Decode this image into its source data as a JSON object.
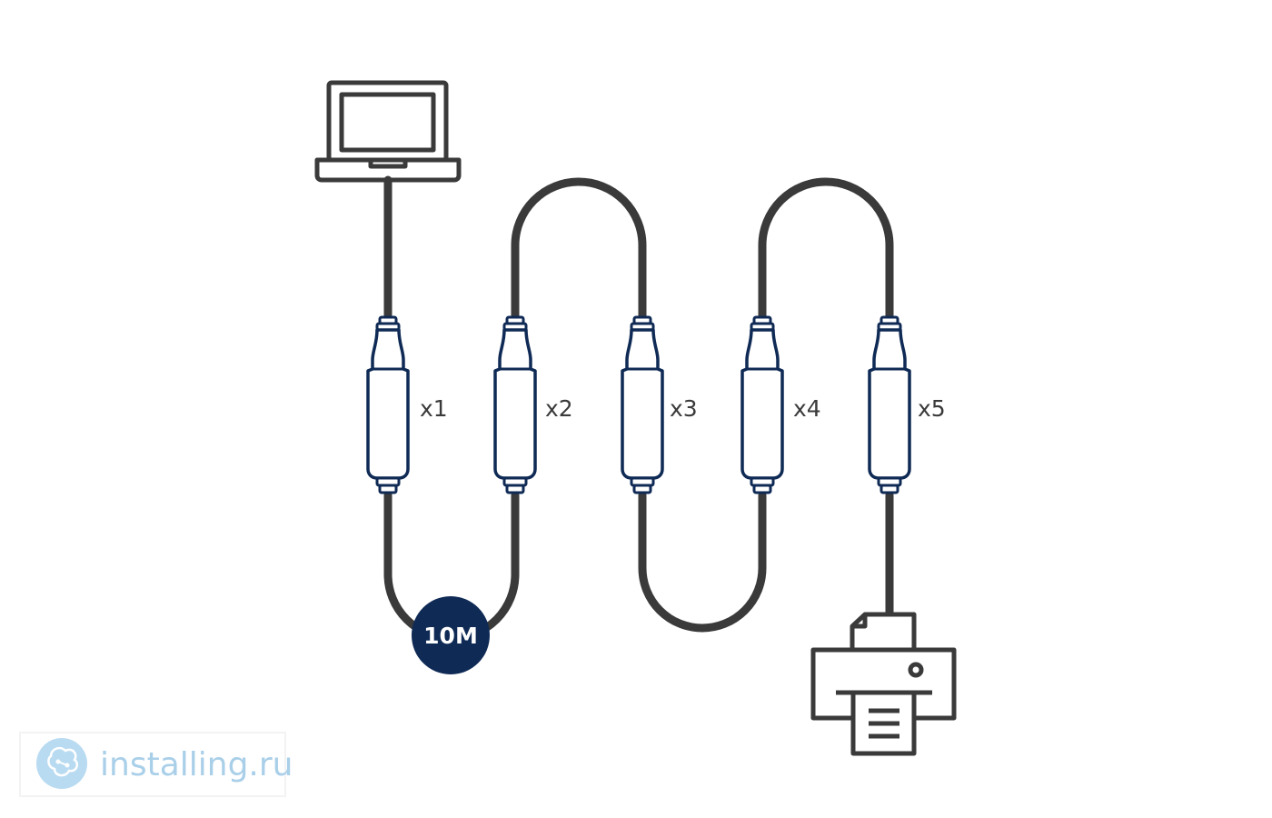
{
  "diagram": {
    "badge": "10M",
    "segment_labels": [
      "x1",
      "x2",
      "x3",
      "x4",
      "x5"
    ],
    "devices": {
      "start": "laptop-icon",
      "end": "printer-icon"
    }
  },
  "watermark": {
    "text": "installing.ru",
    "logo": "brain-circuit-logo"
  },
  "colors": {
    "cable": "#3a3a3a",
    "extender_outline": "#0f2a55",
    "badge_fill": "#0f2a55",
    "watermark_text": "#a9cfe9"
  }
}
